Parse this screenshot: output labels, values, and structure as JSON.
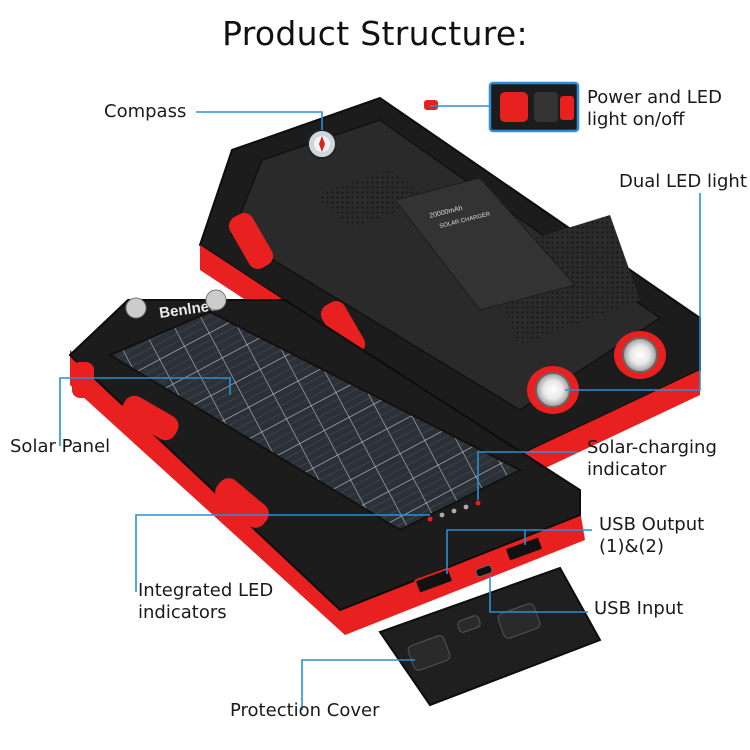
{
  "title": "Product Structure:",
  "labels": {
    "compass": "Compass",
    "power_led": "Power and LED\nlight on/off",
    "dual_led": "Dual LED light",
    "solar_panel": "Solar Panel",
    "solar_charging": "Solar-charging\nindicator",
    "usb_output": "USB Output\n(1)&(2)",
    "integrated_led": "Integrated LED\nindicators",
    "usb_input": "USB Input",
    "protection_cover": "Protection Cover"
  },
  "device": {
    "brand": "Benlnee",
    "back_text": "20000mAh",
    "back_subtext": "SOLAR CHARGER"
  },
  "colors": {
    "body": "#1c1c1c",
    "accent": "#e8201f",
    "callout": "#2a8fd6",
    "panel": "#2b2f36"
  }
}
